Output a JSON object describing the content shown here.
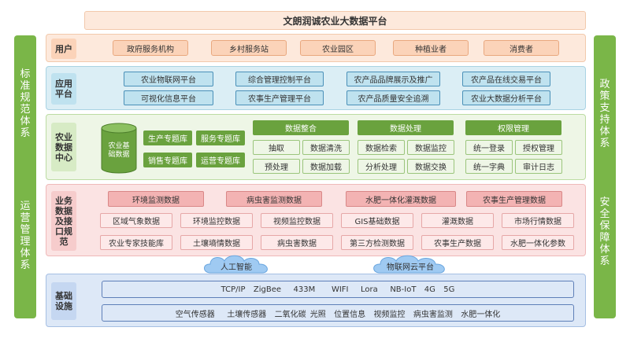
{
  "title": "文朗润诚农业大数据平台",
  "left_side": [
    {
      "label": "标准规范体系"
    },
    {
      "label": "运营管理体系"
    }
  ],
  "right_side": [
    {
      "label": "政策支持体系"
    },
    {
      "label": "安全保障体系"
    }
  ],
  "user_row": {
    "label": "用户",
    "items": [
      "政府服务机构",
      "乡村服务站",
      "农业园区",
      "种植业者",
      "消费者"
    ]
  },
  "app_row": {
    "label": "应用平台",
    "items": [
      "农业物联网平台",
      "综合管理控制平台",
      "农产品品牌展示及推广",
      "农产品在线交易平台",
      "可视化信息平台",
      "农事生产管理平台",
      "农产品质量安全追溯",
      "农业大数据分析平台"
    ]
  },
  "data_row": {
    "label": "农业数据中心",
    "database": "农业基础数据",
    "themes": [
      "生产专题库",
      "服务专题库",
      "销售专题库",
      "运营专题库"
    ],
    "groups": [
      {
        "header": "数据整合",
        "items": [
          "抽取",
          "数据清洗",
          "预处理",
          "数据加载"
        ]
      },
      {
        "header": "数据处理",
        "items": [
          "数据检索",
          "数据监控",
          "分析处理",
          "数据交换"
        ]
      },
      {
        "header": "权限管理",
        "items": [
          "统一登录",
          "授权管理",
          "统一字典",
          "审计日志"
        ]
      }
    ]
  },
  "business_row": {
    "label": "业务数据及接口规范",
    "top": [
      "环境监测数据",
      "病虫害监测数据",
      "水肥一体化灌溉数据",
      "农事生产管理数据"
    ],
    "mid": [
      "区域气象数据",
      "环境监控数据",
      "视频监控数据",
      "GIS基础数据",
      "灌溉数据",
      "市场行情数据"
    ],
    "bottom": [
      "农业专家技能库",
      "土壤墒情数据",
      "病虫害数据",
      "第三方检测数据",
      "农事生产数据",
      "水肥一体化参数"
    ]
  },
  "clouds": [
    "人工智能",
    "物联网云平台"
  ],
  "base_row": {
    "label": "基础设施",
    "protocols": "TCP/IP  ZigBee   433M    WIFI   Lora   NB-IoT  4G  5G",
    "sensors": "空气传感器   土壤传感器  二氧化碳 光照  位置信息  视频监控  病虫害监测  水肥一体化"
  },
  "colors": {
    "side": "#7ab648",
    "user": "#fde9dc",
    "app": "#dbeef5",
    "data": "#eef6e6",
    "business": "#fbe3e3",
    "base": "#dde8f7"
  }
}
